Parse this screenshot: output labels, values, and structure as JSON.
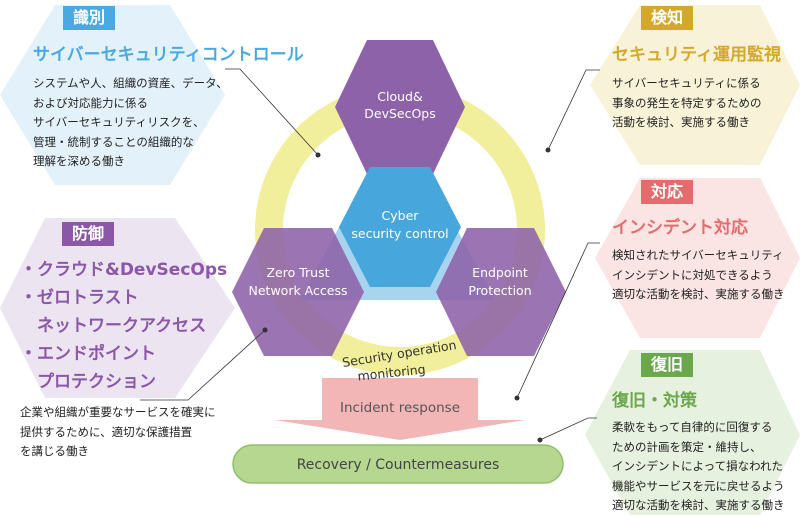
{
  "colors": {
    "identify": "#4aa9e0",
    "protect": "#8b58a8",
    "detect": "#d4a82b",
    "respond": "#e46c6c",
    "recover": "#6ba84d",
    "ring": "#f1ee9c",
    "center_hex": "#47a7dc",
    "outer_hex": "#8d62a8"
  },
  "identify": {
    "category": "識別",
    "heading": "サイバーセキュリティコントロール",
    "desc": [
      "システムや人、組織の資産、データ、",
      "および対応能力に係る",
      "サイバーセキュリティリスクを、",
      "管理・統制することの組織的な",
      "理解を深める働き"
    ]
  },
  "protect": {
    "category": "防御",
    "items": [
      "・クラウド&DevSecOps",
      "・ゼロトラスト",
      "　ネットワークアクセス",
      "・エンドポイント",
      "　プロテクション"
    ],
    "desc": [
      "企業や組織が重要なサービスを確実に",
      "提供するために、適切な保護措置",
      "を講じる働き"
    ]
  },
  "detect": {
    "category": "検知",
    "heading": "セキュリティ運用監視",
    "desc": [
      "サイバーセキュリティに係る",
      "事象の発生を特定するための",
      "活動を検討、実施する働き"
    ]
  },
  "respond": {
    "category": "対応",
    "heading": "インシデント対応",
    "desc": [
      "検知されたサイバーセキュリティ",
      "インシデントに対処できるよう",
      "適切な活動を検討、実施する働き"
    ]
  },
  "recover": {
    "category": "復旧",
    "heading": "復旧・対策",
    "desc": [
      "柔軟をもって自律的に回復する",
      "ための計画を策定・維持し、",
      "インシデントによって損なわれた",
      "機能やサービスを元に戻せるよう",
      "適切な活動を検討、実施する働き"
    ]
  },
  "diagram": {
    "center": [
      "Cyber",
      "security control"
    ],
    "top": [
      "Cloud&",
      "DevSecOps"
    ],
    "left": [
      "Zero Trust",
      "Network Access"
    ],
    "right": [
      "Endpoint",
      "Protection"
    ],
    "ring_label": [
      "Security operation",
      "monitoring"
    ],
    "arrow_label": "Incident response",
    "bar_label": "Recovery / Countermeasures"
  }
}
